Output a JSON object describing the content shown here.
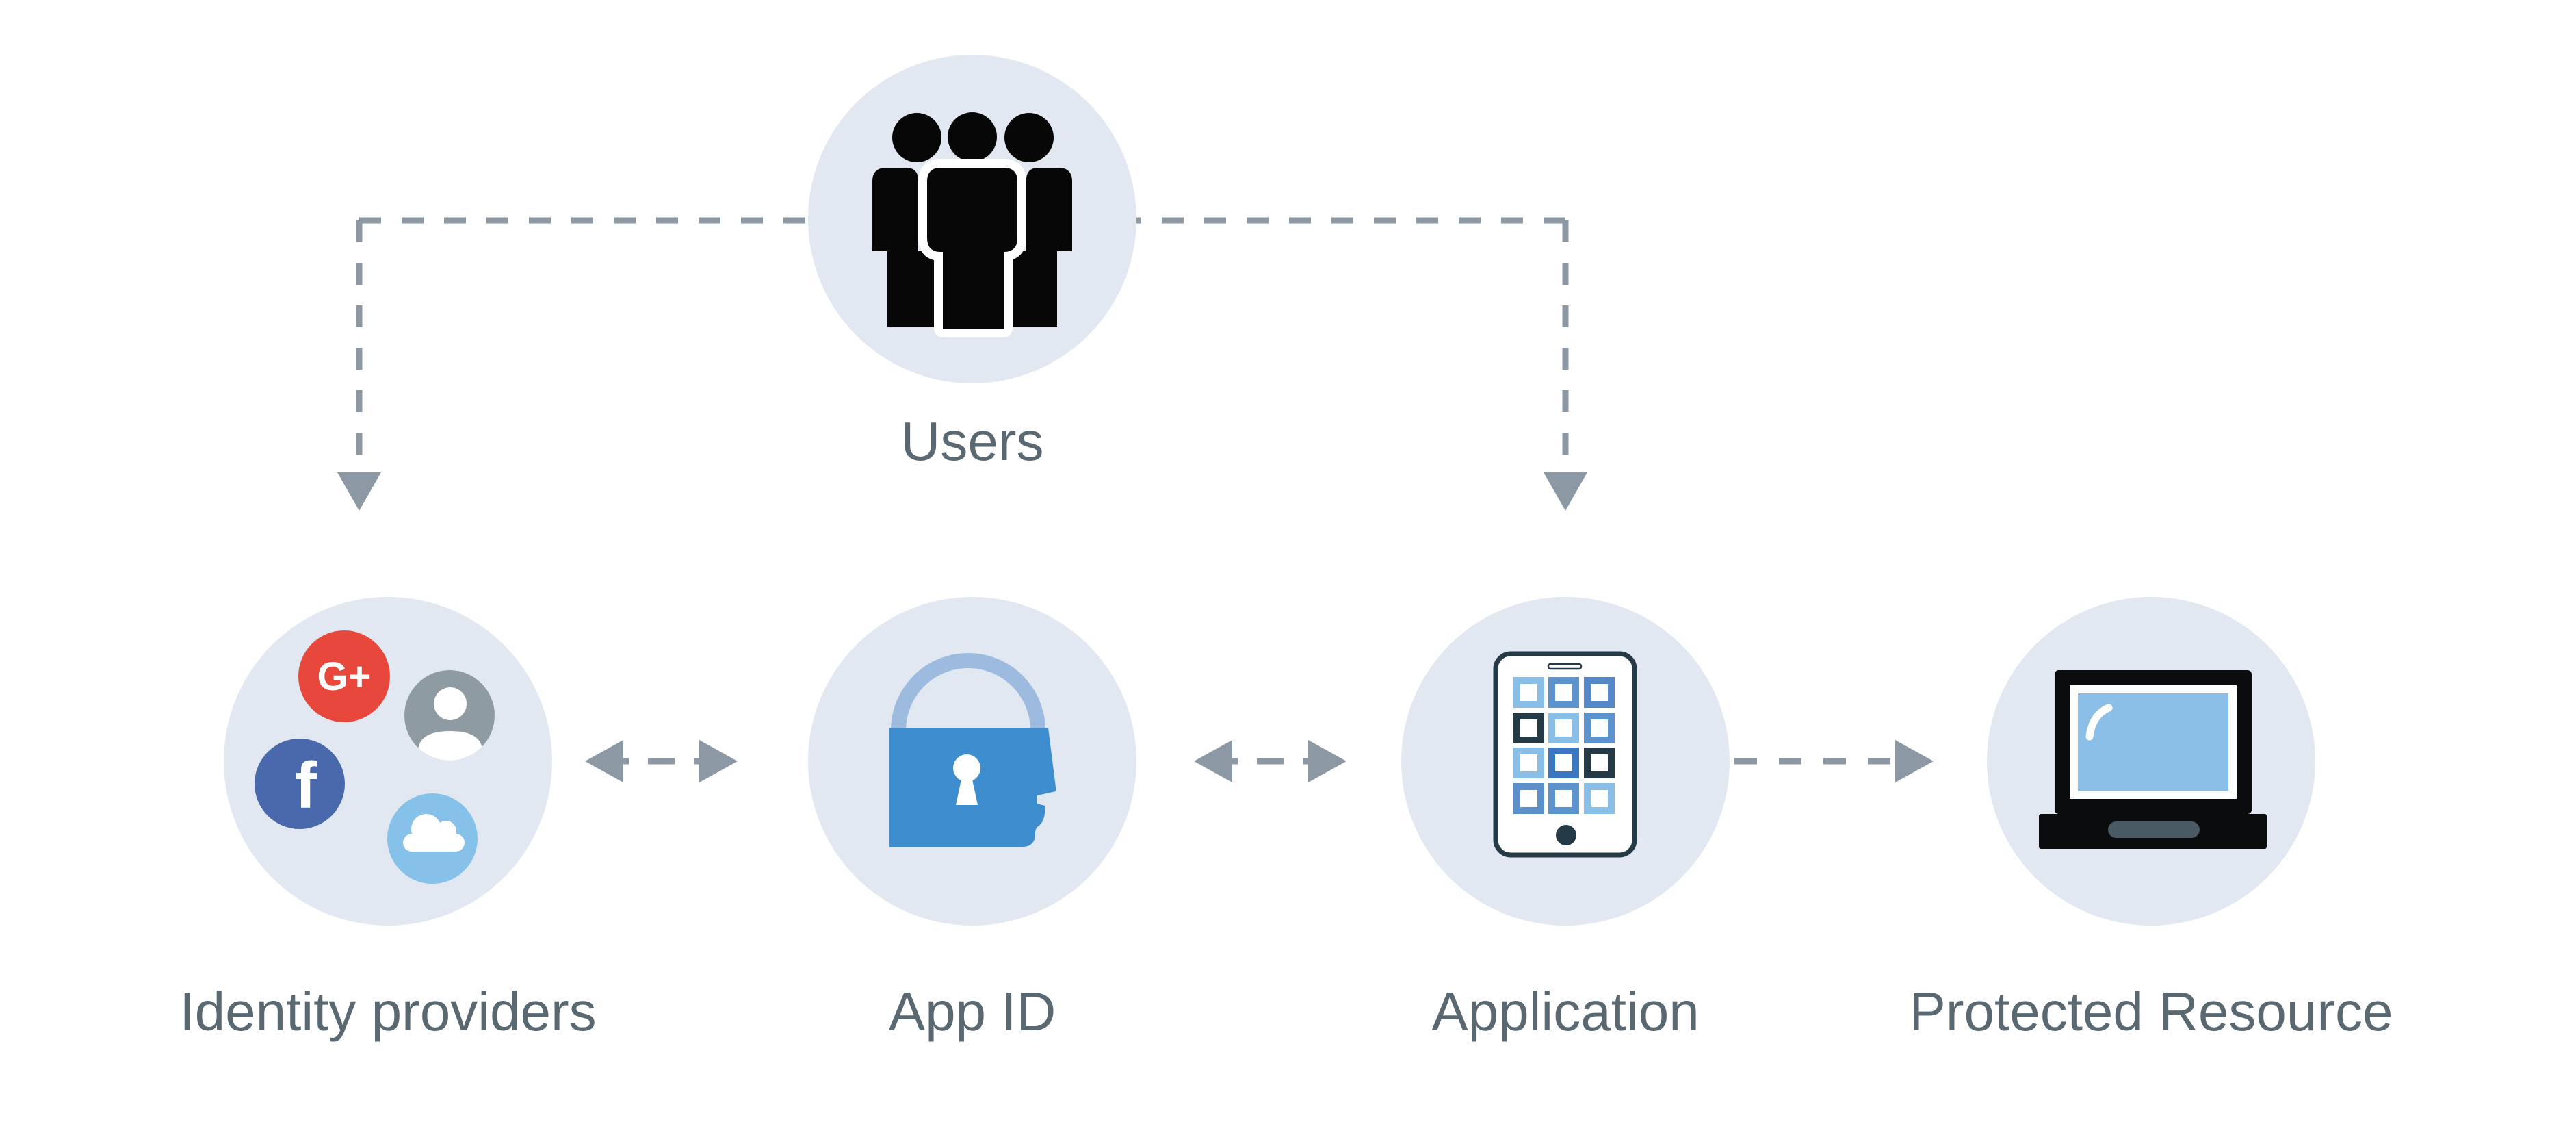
{
  "diagram": {
    "nodes": {
      "users": {
        "label": "Users"
      },
      "identity_providers": {
        "label": "Identity providers"
      },
      "app_id": {
        "label": "App ID"
      },
      "application": {
        "label": "Application"
      },
      "protected_resource": {
        "label": "Protected Resource"
      }
    },
    "badges": {
      "google_plus": "G+",
      "facebook": "f"
    },
    "edges": [
      {
        "from": "users",
        "to": "identity_providers",
        "style": "dashed",
        "direction": "one-way"
      },
      {
        "from": "users",
        "to": "application",
        "style": "dashed",
        "direction": "one-way"
      },
      {
        "from": "identity_providers",
        "to": "app_id",
        "style": "dashed",
        "direction": "two-way"
      },
      {
        "from": "app_id",
        "to": "application",
        "style": "dashed",
        "direction": "two-way"
      },
      {
        "from": "application",
        "to": "protected_resource",
        "style": "dashed",
        "direction": "one-way"
      }
    ],
    "colors": {
      "background": "#ffffff",
      "node_circle": "#E2E8F1",
      "label_text": "#5A6872",
      "connector": "#8C99A5",
      "users_icon": "#070707",
      "google_red": "#E8483B",
      "facebook_blue": "#4A69AD",
      "avatar_gray": "#8E9BA3",
      "cloud_blue": "#85C1E9",
      "lock_body": "#3E8DCE",
      "lock_shackle": "#9DBBDF",
      "device_outline": "#243A46",
      "laptop_black": "#0B0C0D",
      "laptop_screen": "#8BBFE7",
      "laptop_bar": "#4A5A64"
    },
    "phone_grid_colors": [
      [
        "#89BEE7",
        "#5C92CE",
        "#5588C8"
      ],
      [
        "#243A46",
        "#89BEE7",
        "#5C92CE"
      ],
      [
        "#89BEE7",
        "#3B76C2",
        "#243A46"
      ],
      [
        "#5B90CB",
        "#5C92CE",
        "#89BEE7"
      ]
    ]
  }
}
